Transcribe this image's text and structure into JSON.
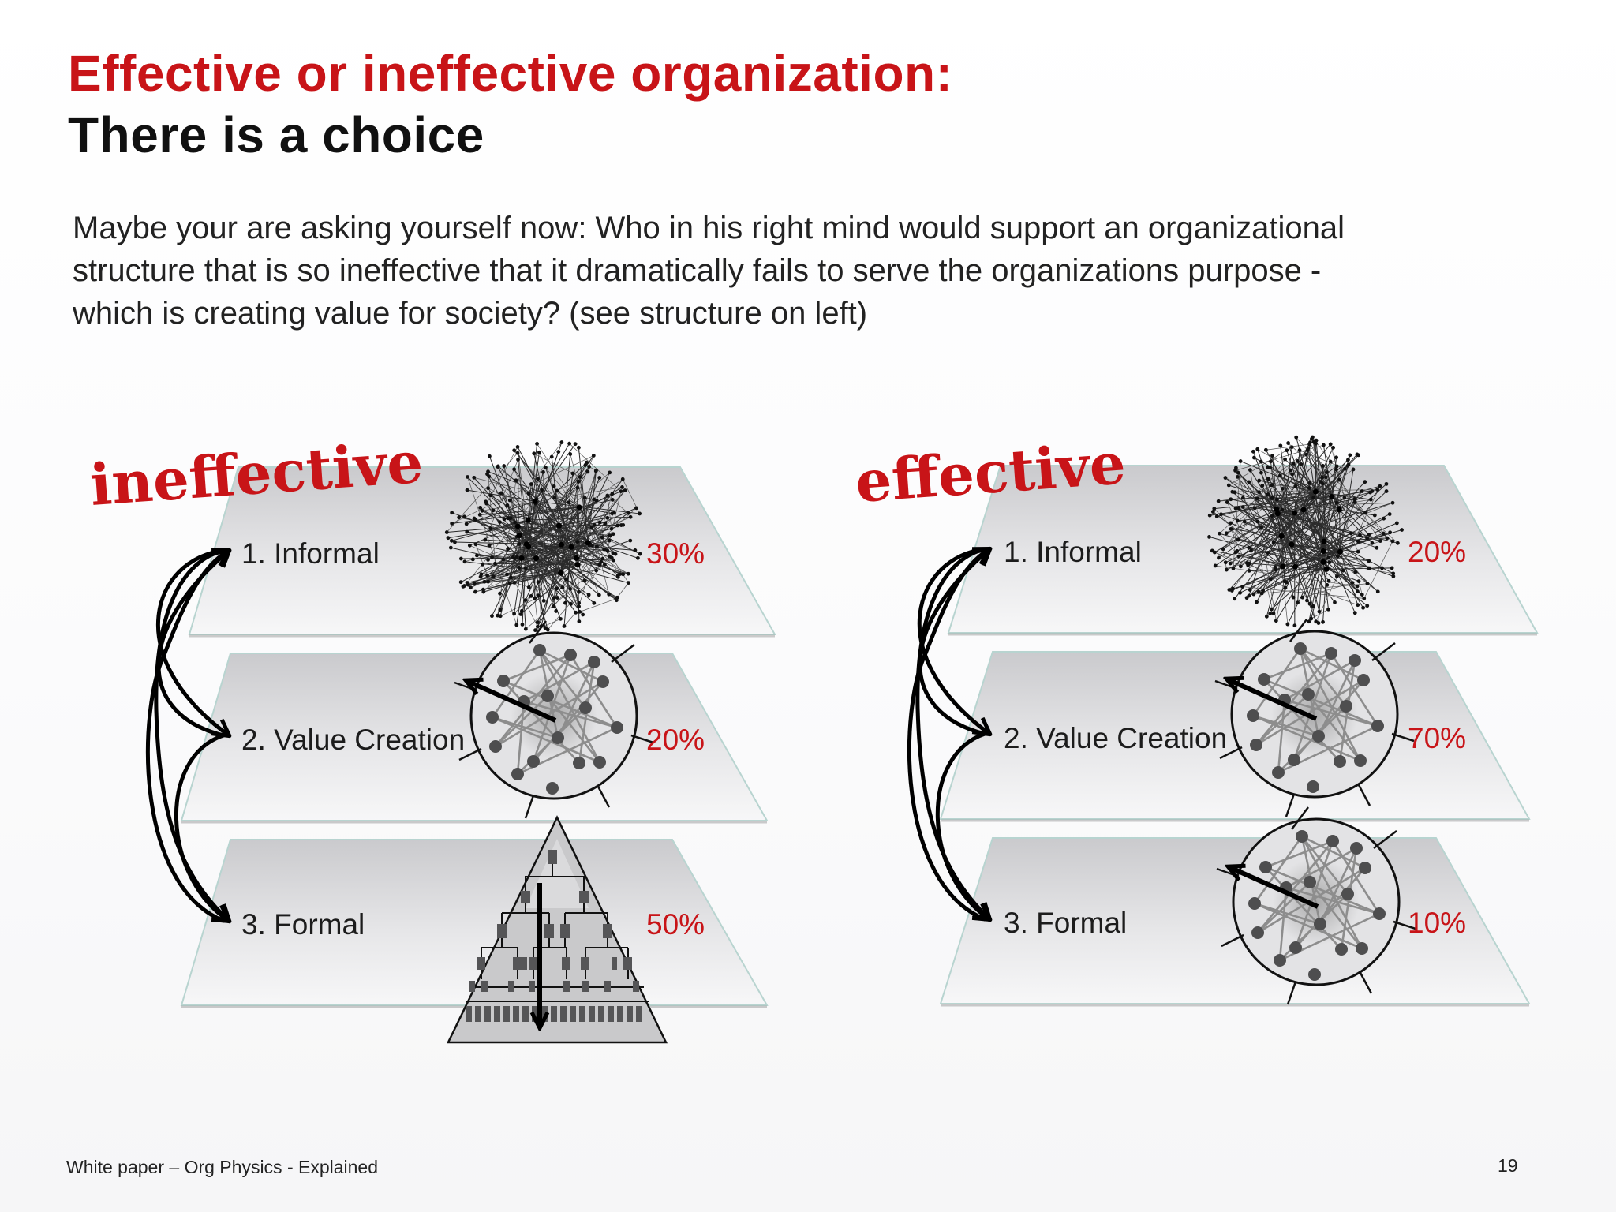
{
  "slide": {
    "title_line1": "Effective or ineffective organization:",
    "title_line2": "There is a choice",
    "intro_text": "Maybe your are asking yourself now: Who in his right mind would support an organizational structure that is so ineffective that it dramatically fails to serve the organizations purpose - which is creating value for society? (see structure on left)"
  },
  "left_panel": {
    "heading": "ineffective",
    "layers": [
      {
        "label": "1. Informal",
        "percent": "30%",
        "visual": "dense-network-cloud"
      },
      {
        "label": "2. Value Creation",
        "percent": "20%",
        "visual": "circular-network"
      },
      {
        "label": "3. Formal",
        "percent": "50%",
        "visual": "hierarchy-pyramid"
      }
    ]
  },
  "right_panel": {
    "heading": "effective",
    "layers": [
      {
        "label": "1. Informal",
        "percent": "20%",
        "visual": "dense-network-cloud"
      },
      {
        "label": "2. Value Creation",
        "percent": "70%",
        "visual": "circular-network"
      },
      {
        "label": "3. Formal",
        "percent": "10%",
        "visual": "circular-network"
      }
    ]
  },
  "footer": {
    "left_text": "White paper – Org Physics - Explained",
    "page_number": "19"
  },
  "colors": {
    "accent_red": "#c81418",
    "text_dark": "#111111",
    "plane_light": "#f0f0f1",
    "plane_dark": "#c8c8cb"
  }
}
